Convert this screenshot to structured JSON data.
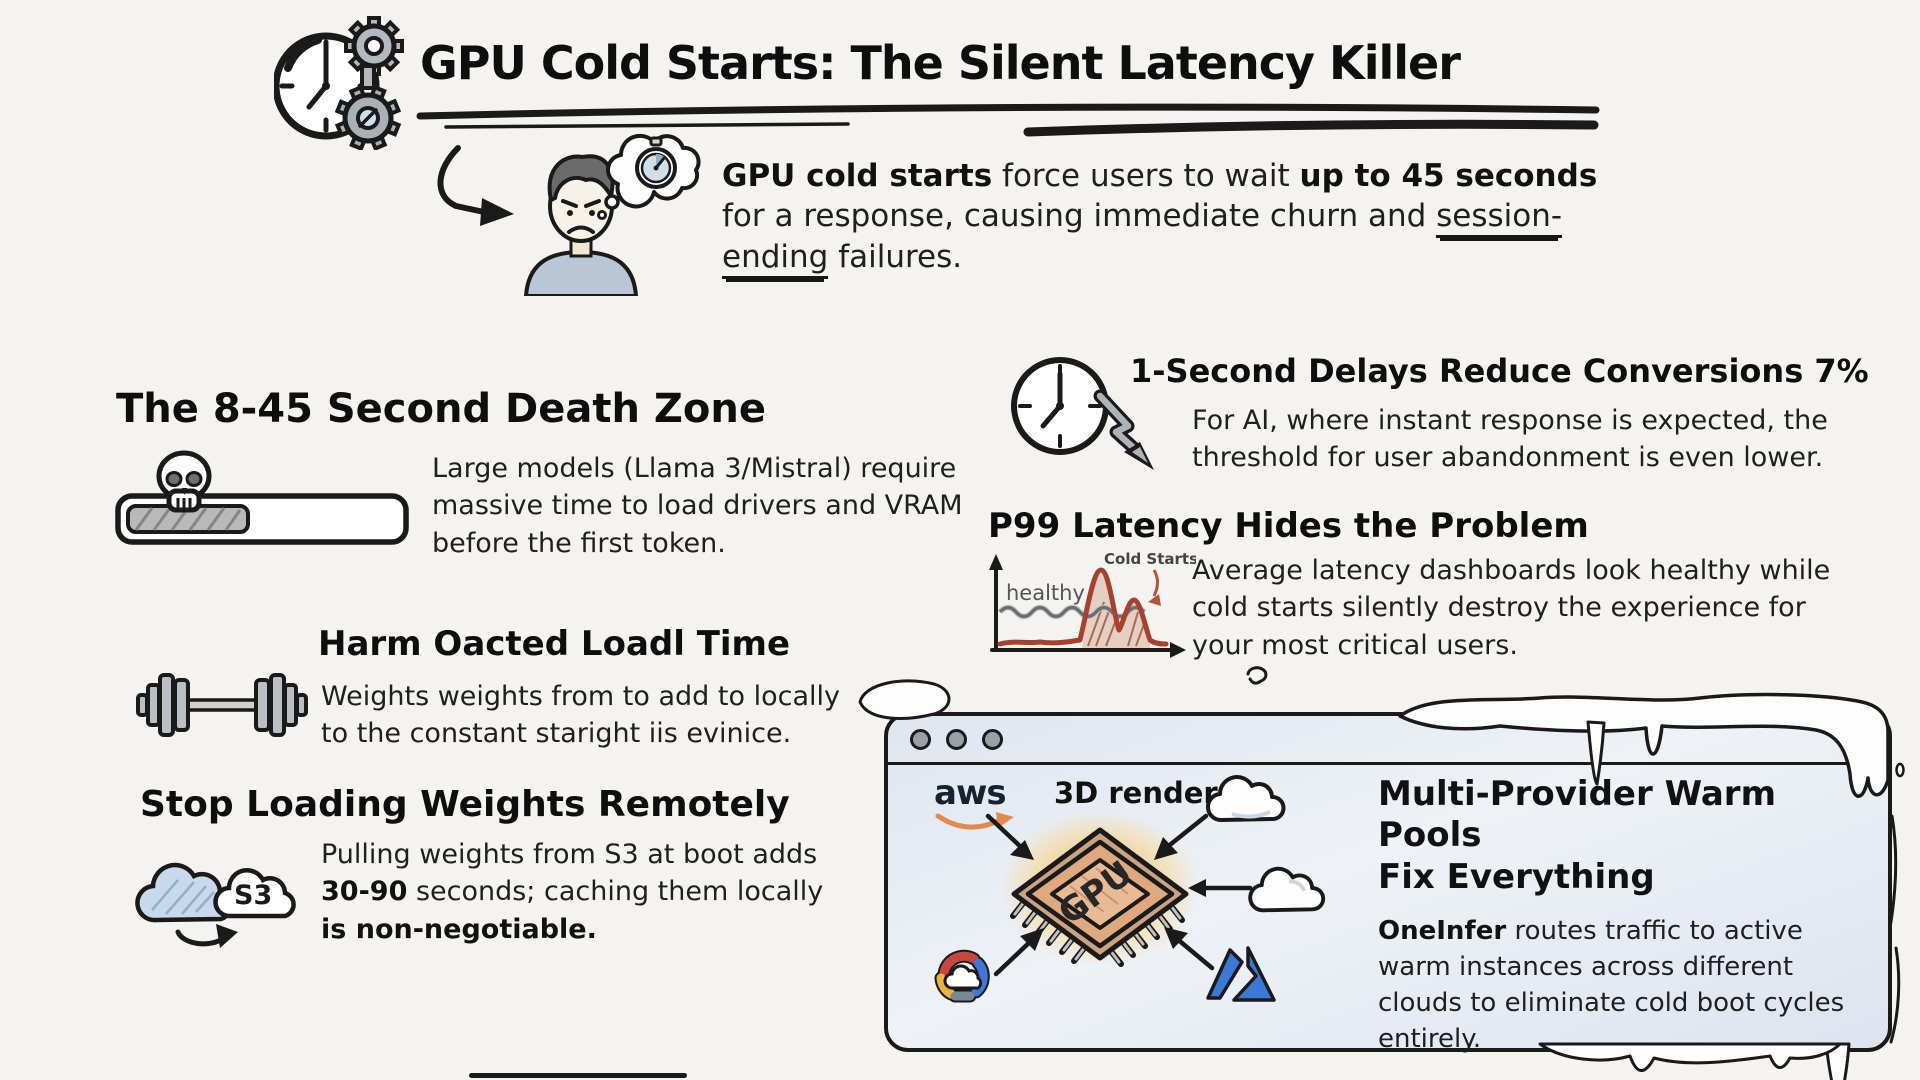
{
  "colors": {
    "background": "#f5f3ef",
    "ink": "#1a1a1a",
    "panel_ice_blue": "#e3e9f2",
    "aws_orange": "#e58a4e",
    "chart_red": "#a8402e",
    "healthy_gray": "#6e6e6e",
    "azure_blue": "#3b78d7",
    "gpu_chip_tan": "#e0a87f",
    "glow_orange": "#f7b258"
  },
  "header": {
    "title": "GPU Cold Starts: The Silent Latency Killer",
    "icon": "clock-gears-icon"
  },
  "intro": {
    "seg_bold1": "GPU cold starts",
    "seg2": " force users to wait ",
    "seg_bold3": "up to 45 seconds",
    "seg4": " for a response, causing immediate churn and ",
    "seg_underlined5": "session-ending",
    "seg6": " failures.",
    "icons": [
      "curved-arrow-icon",
      "angry-user-icon",
      "thought-bubble-stopwatch-icon"
    ]
  },
  "sections": {
    "death_zone": {
      "title": "The 8-45 Second Death Zone",
      "body": "Large models (Llama 3/Mistral) require massive time to load drivers and VRAM before the first token.",
      "icon": "skull-progress-bar-icon"
    },
    "load_time": {
      "title": "Harm Oacted Loadl Time",
      "body": "Weights weights from to add to locally to the constant staright iis evinice.",
      "icon": "dumbbell-icon"
    },
    "weights": {
      "title": "Stop Loading Weights Remotely",
      "seg1": "Pulling weights from S3 at boot adds ",
      "seg_bold2": "30-90",
      "seg3": " seconds; caching them locally ",
      "seg_bold4": "is non-negotiable.",
      "cloud_label": "S3",
      "icon": "cloud-s3-sync-icon"
    },
    "conversions": {
      "title": "1-Second Delays Reduce Conversions 7%",
      "body": "For AI, where instant response is expected, the threshold for user abandonment is even lower.",
      "icon": "clock-decline-arrow-icon"
    },
    "p99": {
      "title": "P99 Latency Hides the Problem",
      "body": "Average latency dashboards look healthy while cold starts silently destroy the experience for your most critical users.",
      "chart": {
        "type": "line",
        "label_healthy": "healthy",
        "label_cold_starts": "Cold Starts",
        "series": [
          "healthy average latency (flat wavy line)",
          "actual latency with two cold-start spikes"
        ]
      }
    },
    "warm_pools": {
      "title_line1": "Multi-Provider Warm Pools",
      "title_line2": "Fix Everything",
      "seg_bold1": "OneInfer",
      "seg2": " routes traffic to active warm instances across different clouds to eliminate cold boot cycles entirely.",
      "labels": {
        "aws": "aws",
        "render": "3D render",
        "gpu": "GPU"
      },
      "icons": [
        "browser-window",
        "aws-logo",
        "cloud-icon",
        "cloud-icon",
        "gcp-logo",
        "azure-logo",
        "gpu-chip-icon",
        "ice-frost-decoration"
      ]
    }
  }
}
